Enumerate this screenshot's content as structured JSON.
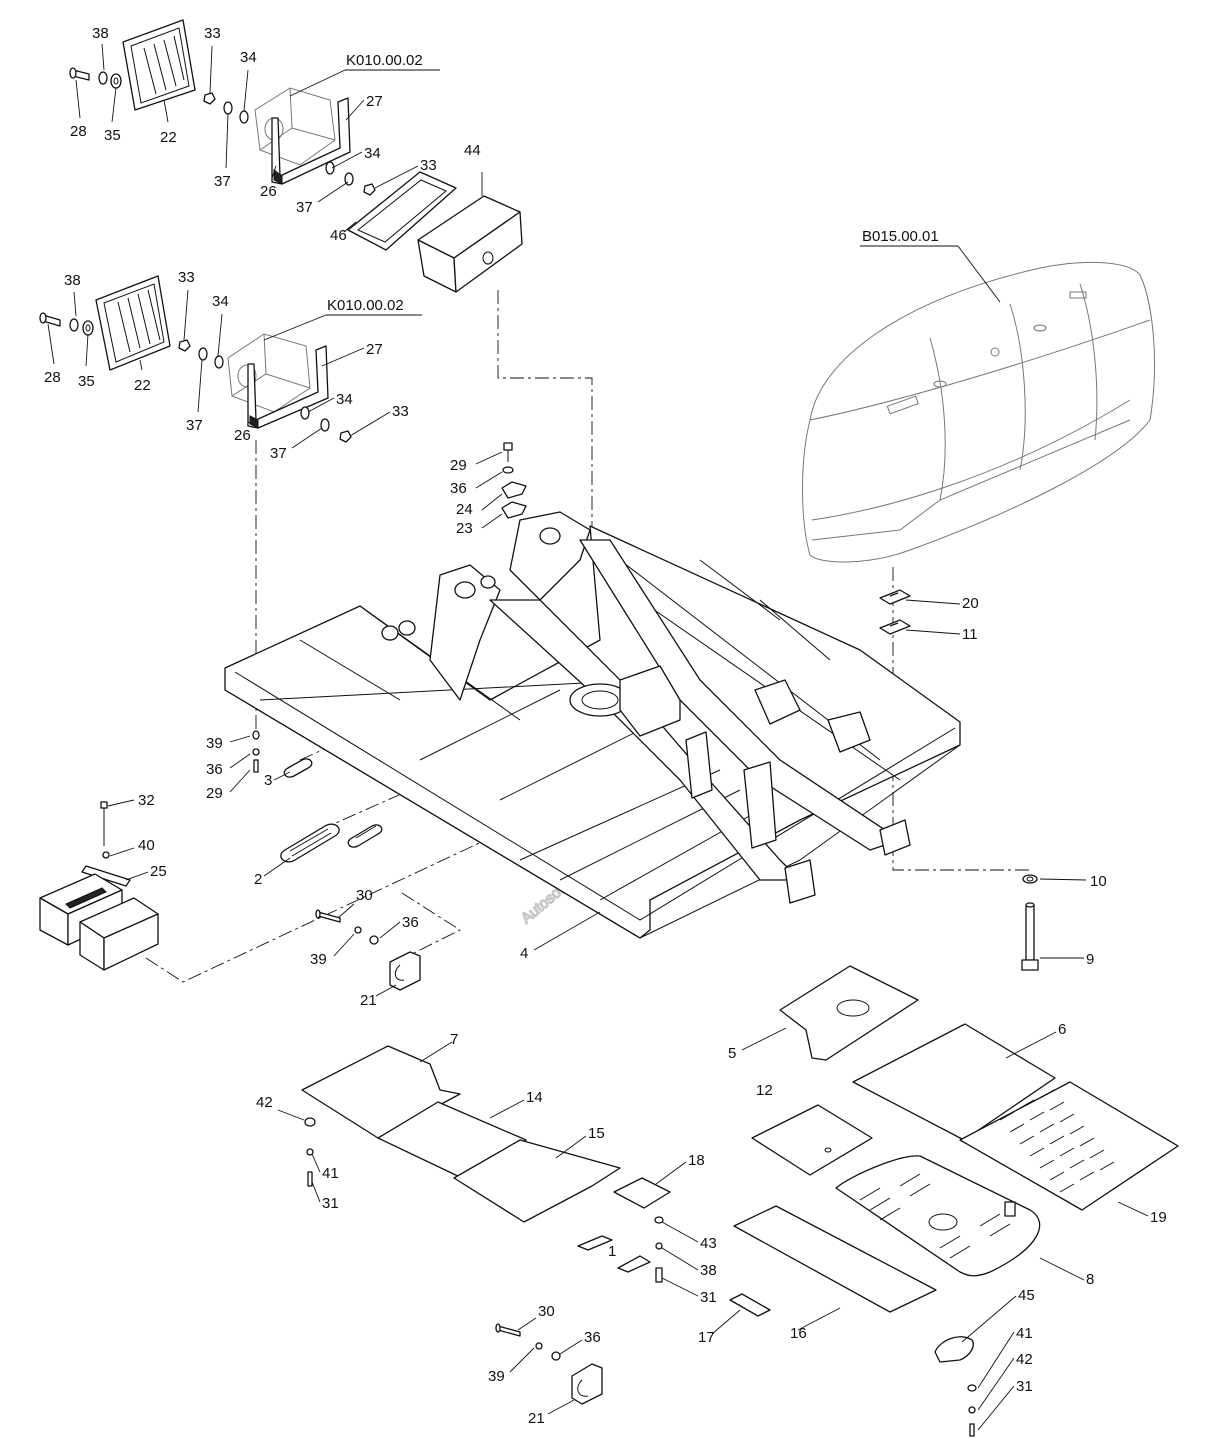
{
  "diagram": {
    "watermark": "Autosoft",
    "references": {
      "k010_top": "K010.00.02",
      "k010_mid": "K010.00.02",
      "b015": "B015.00.01"
    },
    "callouts": [
      {
        "id": "c38a",
        "label": "38"
      },
      {
        "id": "c28a",
        "label": "28"
      },
      {
        "id": "c35a",
        "label": "35"
      },
      {
        "id": "c22a",
        "label": "22"
      },
      {
        "id": "c33a",
        "label": "33"
      },
      {
        "id": "c37a",
        "label": "37"
      },
      {
        "id": "c34a",
        "label": "34"
      },
      {
        "id": "c27a",
        "label": "27"
      },
      {
        "id": "c34b",
        "label": "34"
      },
      {
        "id": "c26a",
        "label": "26"
      },
      {
        "id": "c37b",
        "label": "37"
      },
      {
        "id": "c33b",
        "label": "33"
      },
      {
        "id": "c44",
        "label": "44"
      },
      {
        "id": "c46",
        "label": "46"
      },
      {
        "id": "c38b",
        "label": "38"
      },
      {
        "id": "c28b",
        "label": "28"
      },
      {
        "id": "c35b",
        "label": "35"
      },
      {
        "id": "c22b",
        "label": "22"
      },
      {
        "id": "c33c",
        "label": "33"
      },
      {
        "id": "c37c",
        "label": "37"
      },
      {
        "id": "c34c",
        "label": "34"
      },
      {
        "id": "c27b",
        "label": "27"
      },
      {
        "id": "c34d",
        "label": "34"
      },
      {
        "id": "c26b",
        "label": "26"
      },
      {
        "id": "c37d",
        "label": "37"
      },
      {
        "id": "c33d",
        "label": "33"
      },
      {
        "id": "c29a",
        "label": "29"
      },
      {
        "id": "c36a",
        "label": "36"
      },
      {
        "id": "c24",
        "label": "24"
      },
      {
        "id": "c23",
        "label": "23"
      },
      {
        "id": "c20",
        "label": "20"
      },
      {
        "id": "c11",
        "label": "11"
      },
      {
        "id": "c39a",
        "label": "39"
      },
      {
        "id": "c36b",
        "label": "36"
      },
      {
        "id": "c29b",
        "label": "29"
      },
      {
        "id": "c3",
        "label": "3"
      },
      {
        "id": "c32",
        "label": "32"
      },
      {
        "id": "c40",
        "label": "40"
      },
      {
        "id": "c25",
        "label": "25"
      },
      {
        "id": "c2",
        "label": "2"
      },
      {
        "id": "c30a",
        "label": "30"
      },
      {
        "id": "c36c",
        "label": "36"
      },
      {
        "id": "c39b",
        "label": "39"
      },
      {
        "id": "c21a",
        "label": "21"
      },
      {
        "id": "c4",
        "label": "4"
      },
      {
        "id": "c10",
        "label": "10"
      },
      {
        "id": "c9",
        "label": "9"
      },
      {
        "id": "c5",
        "label": "5"
      },
      {
        "id": "c6",
        "label": "6"
      },
      {
        "id": "c7",
        "label": "7"
      },
      {
        "id": "c12",
        "label": "12"
      },
      {
        "id": "c42a",
        "label": "42"
      },
      {
        "id": "c14",
        "label": "14"
      },
      {
        "id": "c15",
        "label": "15"
      },
      {
        "id": "c41a",
        "label": "41"
      },
      {
        "id": "c31a",
        "label": "31"
      },
      {
        "id": "c18",
        "label": "18"
      },
      {
        "id": "c43",
        "label": "43"
      },
      {
        "id": "c1",
        "label": "1"
      },
      {
        "id": "c38c",
        "label": "38"
      },
      {
        "id": "c31b",
        "label": "31"
      },
      {
        "id": "c19",
        "label": "19"
      },
      {
        "id": "c8",
        "label": "8"
      },
      {
        "id": "c16",
        "label": "16"
      },
      {
        "id": "c17",
        "label": "17"
      },
      {
        "id": "c45",
        "label": "45"
      },
      {
        "id": "c41b",
        "label": "41"
      },
      {
        "id": "c42b",
        "label": "42"
      },
      {
        "id": "c31c",
        "label": "31"
      },
      {
        "id": "c30b",
        "label": "30"
      },
      {
        "id": "c36d",
        "label": "36"
      },
      {
        "id": "c39c",
        "label": "39"
      },
      {
        "id": "c21b",
        "label": "21"
      }
    ]
  }
}
